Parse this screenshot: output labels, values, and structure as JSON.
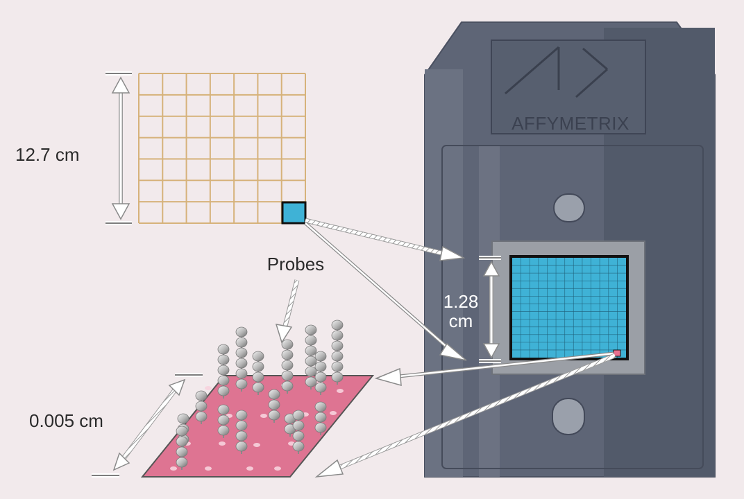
{
  "labels": {
    "wafer_height": "12.7 cm",
    "probes": "Probes",
    "chip_height_line1": "1.28",
    "chip_height_line2": "cm",
    "feature_height": "0.005 cm"
  },
  "chip": {
    "brand_text": "AFFYMETRIX"
  },
  "colors": {
    "background": "#f2eaec",
    "wafer_grid": "#d6b27a",
    "highlight_cell": "#3fb2d6",
    "chip_body": "#5d6474",
    "chip_array": "#3fb2d6",
    "feature_pad": "#de7492",
    "probe_bead": "#b9b9b9"
  },
  "wafer_grid": {
    "rows": 7,
    "cols": 7
  },
  "chip_array_grid": {
    "rows": 13,
    "cols": 13
  }
}
